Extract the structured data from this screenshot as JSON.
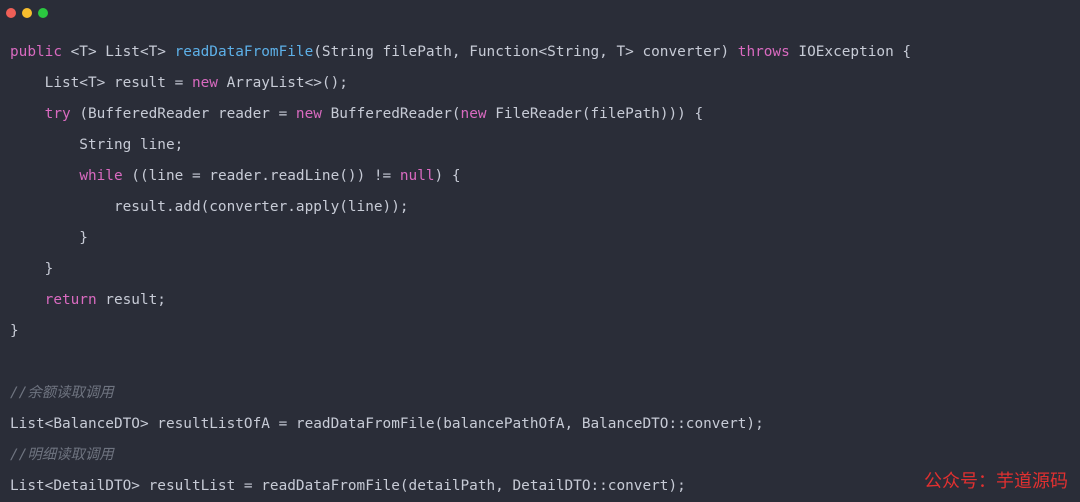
{
  "window": {
    "buttons": [
      {
        "name": "close",
        "color": "#ef5f57"
      },
      {
        "name": "minimize",
        "color": "#f8be2e"
      },
      {
        "name": "zoom",
        "color": "#2bc840"
      }
    ]
  },
  "colors": {
    "background": "#2a2d38",
    "keyword": "#d96ac0",
    "function": "#5db0e8",
    "plain": "#c7cbd6",
    "comment": "#6f7480"
  },
  "code": {
    "lines": [
      [
        {
          "t": "public",
          "k": "keyword"
        },
        {
          "t": " <T> List<T> ",
          "k": "plain"
        },
        {
          "t": "readDataFromFile",
          "k": "function"
        },
        {
          "t": "(String filePath, Function<String, T> converter) ",
          "k": "plain"
        },
        {
          "t": "throws",
          "k": "keyword"
        },
        {
          "t": " IOException {",
          "k": "plain"
        }
      ],
      [
        {
          "t": "    List<T> result = ",
          "k": "plain"
        },
        {
          "t": "new",
          "k": "keyword"
        },
        {
          "t": " ArrayList<>();",
          "k": "plain"
        }
      ],
      [
        {
          "t": "    ",
          "k": "plain"
        },
        {
          "t": "try",
          "k": "keyword"
        },
        {
          "t": " (BufferedReader reader = ",
          "k": "plain"
        },
        {
          "t": "new",
          "k": "keyword"
        },
        {
          "t": " BufferedReader(",
          "k": "plain"
        },
        {
          "t": "new",
          "k": "keyword"
        },
        {
          "t": " FileReader(filePath))) {",
          "k": "plain"
        }
      ],
      [
        {
          "t": "        String line;",
          "k": "plain"
        }
      ],
      [
        {
          "t": "        ",
          "k": "plain"
        },
        {
          "t": "while",
          "k": "keyword"
        },
        {
          "t": " ((line = reader.readLine()) != ",
          "k": "plain"
        },
        {
          "t": "null",
          "k": "keyword"
        },
        {
          "t": ") {",
          "k": "plain"
        }
      ],
      [
        {
          "t": "            result.add(converter.apply(line));",
          "k": "plain"
        }
      ],
      [
        {
          "t": "        }",
          "k": "plain"
        }
      ],
      [
        {
          "t": "    }",
          "k": "plain"
        }
      ],
      [
        {
          "t": "    ",
          "k": "plain"
        },
        {
          "t": "return",
          "k": "keyword"
        },
        {
          "t": " result;",
          "k": "plain"
        }
      ],
      [
        {
          "t": "}",
          "k": "plain"
        }
      ],
      [],
      [
        {
          "t": "//余额读取调用",
          "k": "comment"
        }
      ],
      [
        {
          "t": "List<BalanceDTO> resultListOfA = readDataFromFile(balancePathOfA, BalanceDTO::convert);",
          "k": "plain"
        }
      ],
      [
        {
          "t": "//明细读取调用",
          "k": "comment"
        }
      ],
      [
        {
          "t": "List<DetailDTO> resultList = readDataFromFile(detailPath, DetailDTO::convert);",
          "k": "plain"
        }
      ]
    ]
  },
  "watermark": {
    "text": "公众号：芋道源码",
    "color": "#e03030"
  }
}
